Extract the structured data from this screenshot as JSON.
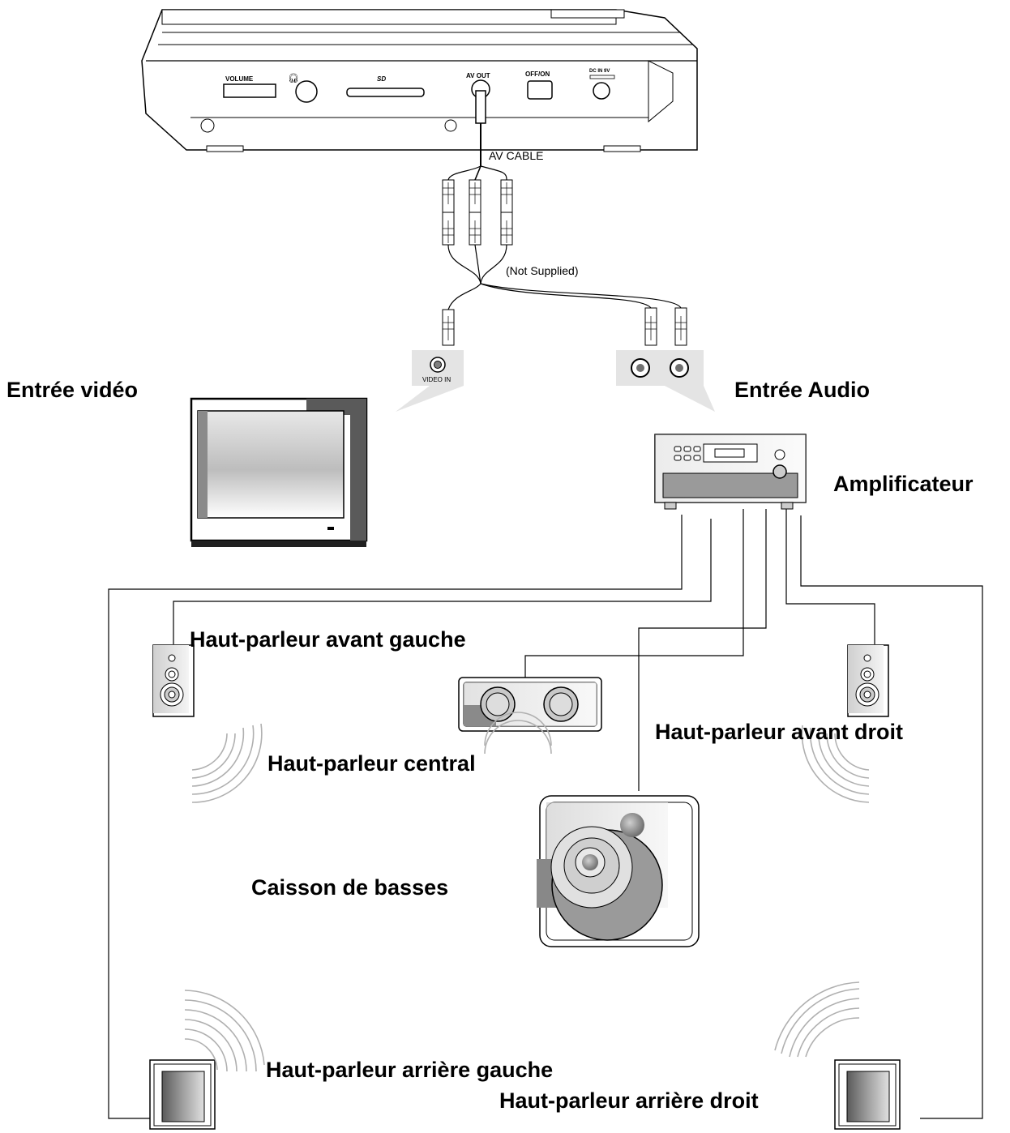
{
  "player": {
    "volume_label": "VOLUME",
    "sd_label": "SD",
    "av_out_label": "AV OUT",
    "power_label": "OFF/ON",
    "dc_in_label": "DC IN 9V"
  },
  "cable": {
    "av_cable_label": "AV CABLE",
    "not_supplied_label": "(Not Supplied)",
    "video_in_label": "VIDEO IN"
  },
  "labels": {
    "video_input": "Entrée vidéo",
    "audio_input": "Entrée Audio",
    "amplifier": "Amplificateur",
    "front_left": "Haut-parleur avant gauche",
    "front_right": "Haut-parleur avant droit",
    "center": "Haut-parleur central",
    "subwoofer": "Caisson de basses",
    "rear_left": "Haut-parleur arrière gauche",
    "rear_right": "Haut-parleur arrière droit"
  }
}
